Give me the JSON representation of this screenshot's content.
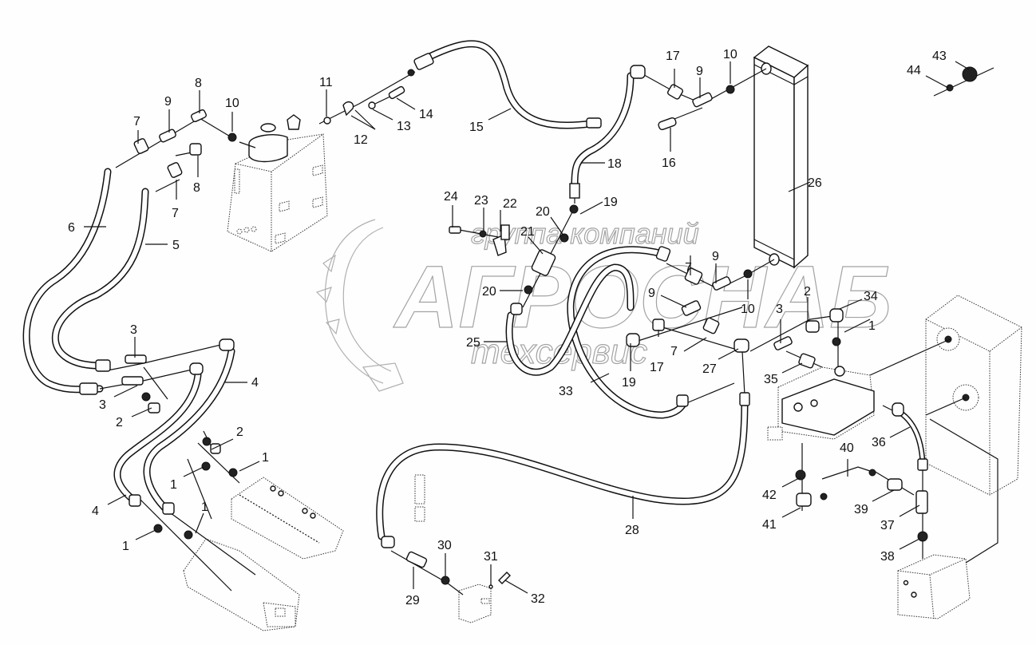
{
  "diagram": {
    "title": "",
    "type": "exploded-parts-hydraulic-diagram",
    "watermark": {
      "line1": "группа компаний",
      "line2": "АГРОСНАБ",
      "line3": "техсервис"
    },
    "callouts": [
      {
        "id": "c1a",
        "label": "1"
      },
      {
        "id": "c1b",
        "label": "1"
      },
      {
        "id": "c1c",
        "label": "1"
      },
      {
        "id": "c1d",
        "label": "1"
      },
      {
        "id": "c1e",
        "label": "1"
      },
      {
        "id": "c2a",
        "label": "2"
      },
      {
        "id": "c2b",
        "label": "2"
      },
      {
        "id": "c2c",
        "label": "2"
      },
      {
        "id": "c3a",
        "label": "3"
      },
      {
        "id": "c3b",
        "label": "3"
      },
      {
        "id": "c3c",
        "label": "3"
      },
      {
        "id": "c4a",
        "label": "4"
      },
      {
        "id": "c4b",
        "label": "4"
      },
      {
        "id": "c5",
        "label": "5"
      },
      {
        "id": "c6",
        "label": "6"
      },
      {
        "id": "c7a",
        "label": "7"
      },
      {
        "id": "c7b",
        "label": "7"
      },
      {
        "id": "c7c",
        "label": "7"
      },
      {
        "id": "c7d",
        "label": "7"
      },
      {
        "id": "c8a",
        "label": "8"
      },
      {
        "id": "c8b",
        "label": "8"
      },
      {
        "id": "c9a",
        "label": "9"
      },
      {
        "id": "c9b",
        "label": "9"
      },
      {
        "id": "c9c",
        "label": "9"
      },
      {
        "id": "c9d",
        "label": "9"
      },
      {
        "id": "c10a",
        "label": "10"
      },
      {
        "id": "c10b",
        "label": "10"
      },
      {
        "id": "c10c",
        "label": "10"
      },
      {
        "id": "c11",
        "label": "11"
      },
      {
        "id": "c12",
        "label": "12"
      },
      {
        "id": "c13",
        "label": "13"
      },
      {
        "id": "c14",
        "label": "14"
      },
      {
        "id": "c15",
        "label": "15"
      },
      {
        "id": "c16",
        "label": "16"
      },
      {
        "id": "c17a",
        "label": "17"
      },
      {
        "id": "c17b",
        "label": "17"
      },
      {
        "id": "c18",
        "label": "18"
      },
      {
        "id": "c19a",
        "label": "19"
      },
      {
        "id": "c19b",
        "label": "19"
      },
      {
        "id": "c20a",
        "label": "20"
      },
      {
        "id": "c20b",
        "label": "20"
      },
      {
        "id": "c21",
        "label": "21"
      },
      {
        "id": "c22",
        "label": "22"
      },
      {
        "id": "c23",
        "label": "23"
      },
      {
        "id": "c24",
        "label": "24"
      },
      {
        "id": "c25",
        "label": "25"
      },
      {
        "id": "c26",
        "label": "26"
      },
      {
        "id": "c27",
        "label": "27"
      },
      {
        "id": "c28",
        "label": "28"
      },
      {
        "id": "c29",
        "label": "29"
      },
      {
        "id": "c30",
        "label": "30"
      },
      {
        "id": "c31",
        "label": "31"
      },
      {
        "id": "c32",
        "label": "32"
      },
      {
        "id": "c33",
        "label": "33"
      },
      {
        "id": "c34",
        "label": "34"
      },
      {
        "id": "c35",
        "label": "35"
      },
      {
        "id": "c36",
        "label": "36"
      },
      {
        "id": "c37",
        "label": "37"
      },
      {
        "id": "c38",
        "label": "38"
      },
      {
        "id": "c39",
        "label": "39"
      },
      {
        "id": "c40",
        "label": "40"
      },
      {
        "id": "c41",
        "label": "41"
      },
      {
        "id": "c42",
        "label": "42"
      },
      {
        "id": "c43",
        "label": "43"
      },
      {
        "id": "c44",
        "label": "44"
      }
    ]
  }
}
